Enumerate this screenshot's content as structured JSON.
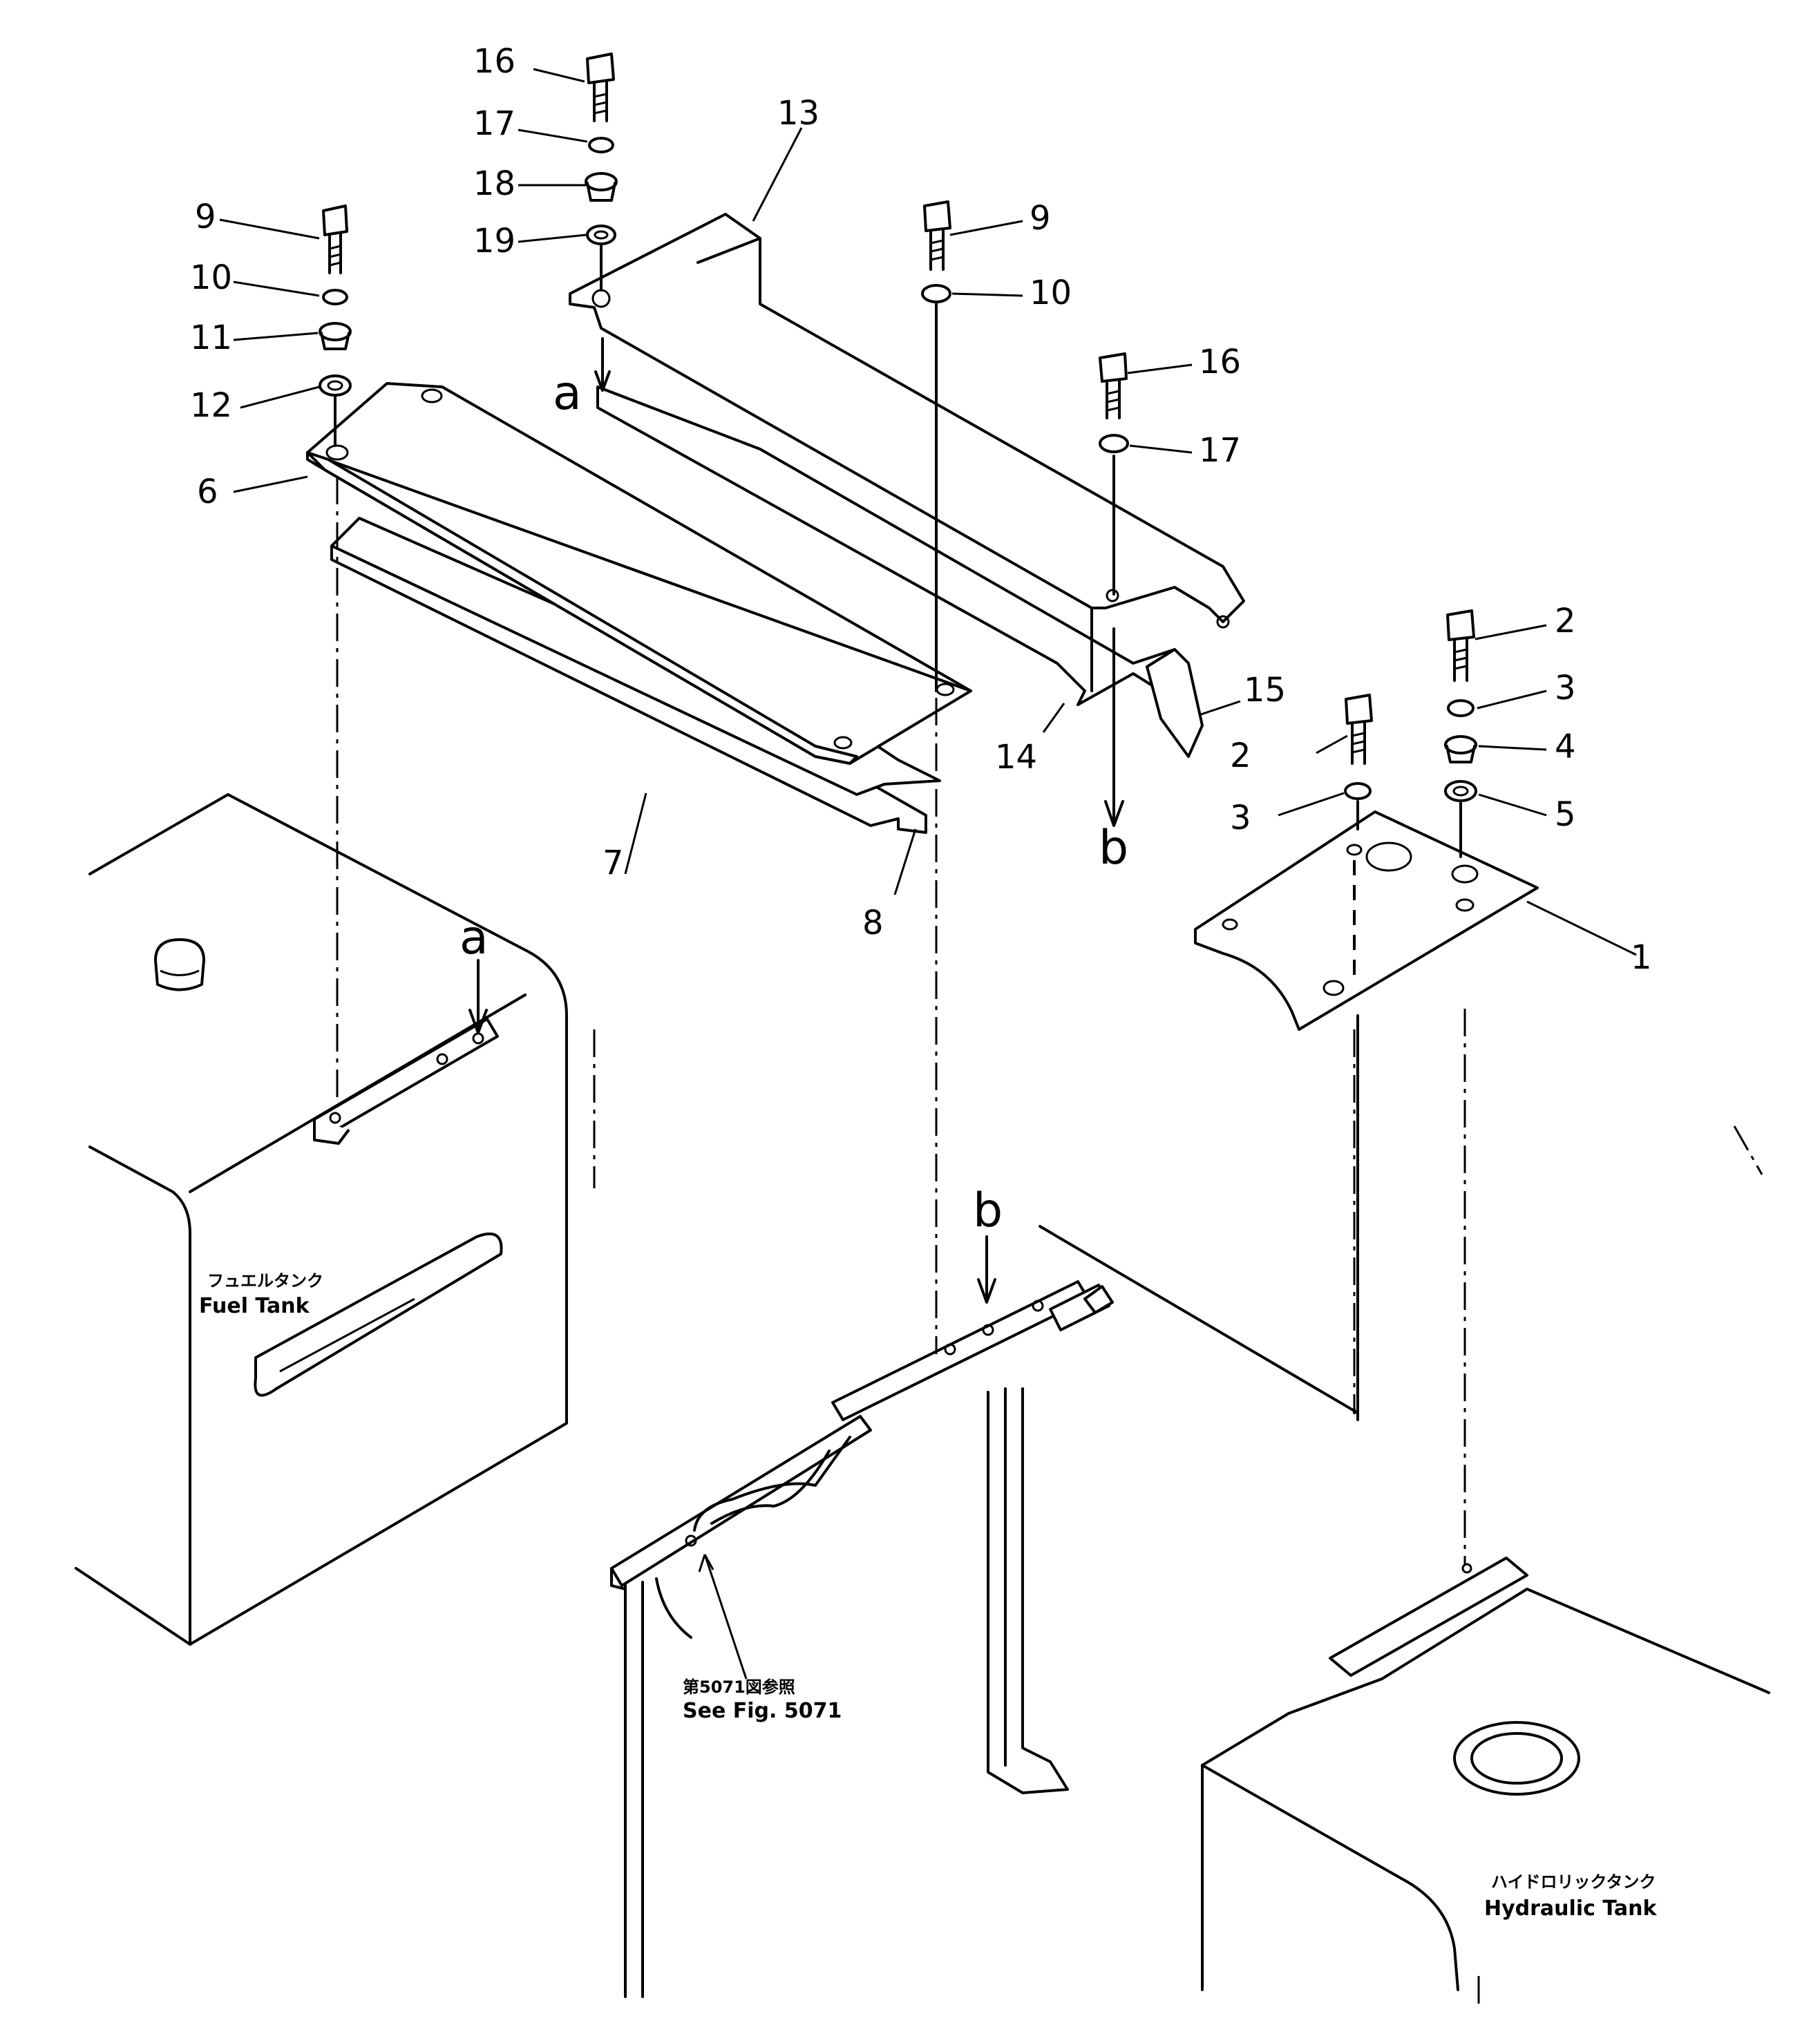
{
  "labels": {
    "n1": "1",
    "n2a": "2",
    "n2b": "2",
    "n3a": "3",
    "n3b": "3",
    "n4": "4",
    "n5": "5",
    "n6": "6",
    "n7": "7",
    "n8": "8",
    "n9a": "9",
    "n9b": "9",
    "n10a": "10",
    "n10b": "10",
    "n11": "11",
    "n12": "12",
    "n13": "13",
    "n14": "14",
    "n15": "15",
    "n16a": "16",
    "n16b": "16",
    "n17a": "17",
    "n17b": "17",
    "n18": "18",
    "n19": "19"
  },
  "refs": {
    "a_top": "a",
    "a_bottom": "a",
    "b_top": "b",
    "b_bottom": "b"
  },
  "captions": {
    "fuel_tank_jp": "フュエルタンク",
    "fuel_tank_en": "Fuel  Tank",
    "see_fig_jp": "第5071図参照",
    "see_fig_en": "See  Fig.  5071",
    "hydraulic_tank_jp": "ハイドロリックタンク",
    "hydraulic_tank_en": "Hydraulic  Tank"
  }
}
